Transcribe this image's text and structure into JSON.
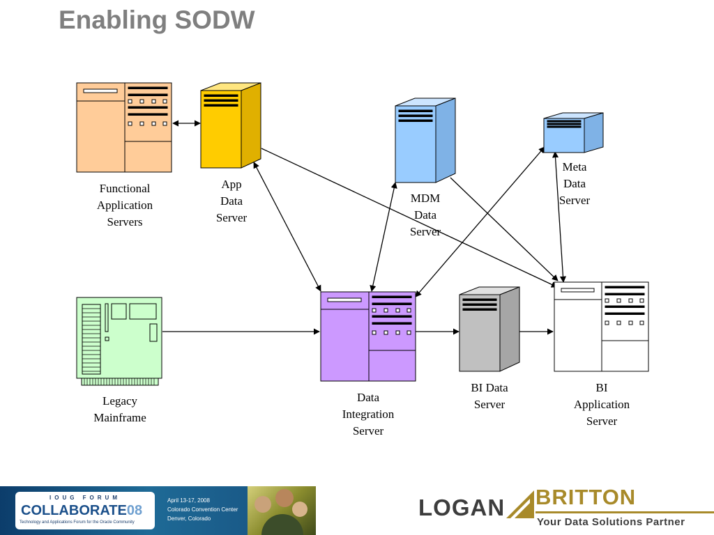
{
  "slide": {
    "title": "Enabling SODW"
  },
  "nodes": {
    "functional_app_servers": {
      "label": "Functional\nApplication\nServers",
      "color": "#ffcc99"
    },
    "app_data_server": {
      "label": "App\nData\nServer",
      "color": "#ffcc00"
    },
    "mdm_data_server": {
      "label": "MDM\nData\nServer",
      "color": "#99ccff"
    },
    "meta_data_server": {
      "label": "Meta\nData\nServer",
      "color": "#99ccff"
    },
    "legacy_mainframe": {
      "label": "Legacy\nMainframe",
      "color": "#ccffcc"
    },
    "data_integration_server": {
      "label": "Data\nIntegration\nServer",
      "color": "#cc99ff"
    },
    "bi_data_server": {
      "label": "BI Data\nServer",
      "color": "#c0c0c0"
    },
    "bi_application_server": {
      "label": "BI\nApplication\nServer",
      "color": "#ffffff"
    }
  },
  "footer": {
    "conference_series": "IOUG FORUM",
    "conference_name": "COLLABORATE",
    "conference_year": "08",
    "conference_tagline": "Technology and Applications Forum for the Oracle Community",
    "event_info": "April 13-17, 2008\nColorado Convention Center\nDenver, Colorado",
    "company_left": "LOGAN",
    "company_right": "BRITTON",
    "company_tagline": "Your Data Solutions Partner",
    "brand_gold": "#a88a2a",
    "brand_gray": "#3d3d3d"
  }
}
